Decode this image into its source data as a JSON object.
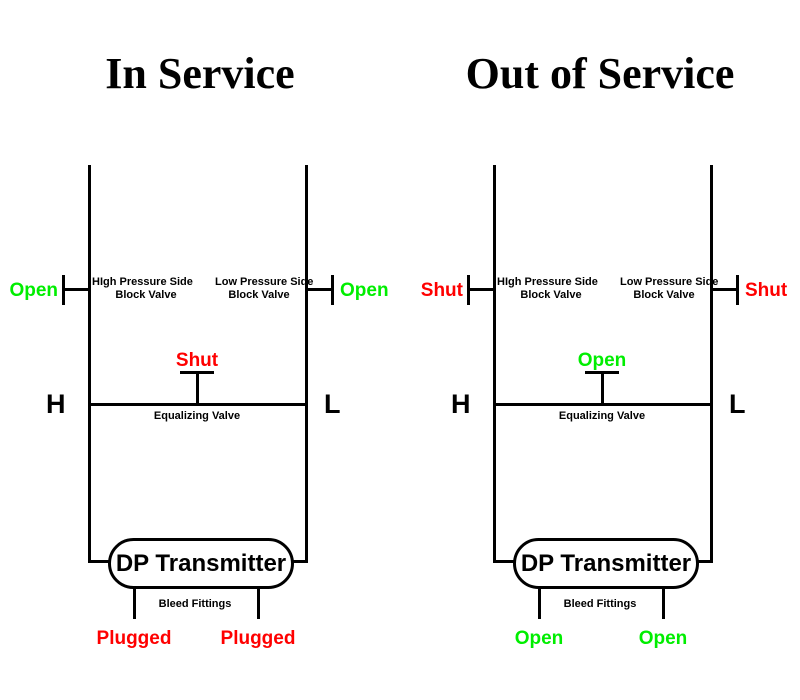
{
  "diagram": {
    "title_note": "Differential pressure transmitter three-valve manifold",
    "colors": {
      "open": "#00ee00",
      "shut": "#ff0000",
      "line": "#000000",
      "background": "#ffffff"
    },
    "panels": [
      {
        "id": "in-service",
        "title": "In Service",
        "ports": {
          "high": "H",
          "low": "L"
        },
        "high_block_valve": {
          "caption_line1": "HIgh Pressure Side",
          "caption_line2": "Block Valve",
          "status": "Open",
          "state": "open"
        },
        "low_block_valve": {
          "caption_line1": "Low Pressure Side",
          "caption_line2": "Block Valve",
          "status": "Open",
          "state": "open"
        },
        "equalizing_valve": {
          "caption": "Equalizing Valve",
          "status": "Shut",
          "state": "shut"
        },
        "transmitter": {
          "label": "DP Transmitter"
        },
        "bleed_fittings": {
          "caption": "Bleed Fittings",
          "left_status": "Plugged",
          "left_state": "shut",
          "right_status": "Plugged",
          "right_state": "shut"
        }
      },
      {
        "id": "out-of-service",
        "title": "Out of Service",
        "ports": {
          "high": "H",
          "low": "L"
        },
        "high_block_valve": {
          "caption_line1": "HIgh Pressure Side",
          "caption_line2": "Block Valve",
          "status": "Shut",
          "state": "shut"
        },
        "low_block_valve": {
          "caption_line1": "Low Pressure Side",
          "caption_line2": "Block Valve",
          "status": "Shut",
          "state": "shut"
        },
        "equalizing_valve": {
          "caption": "Equalizing Valve",
          "status": "Open",
          "state": "open"
        },
        "transmitter": {
          "label": "DP Transmitter"
        },
        "bleed_fittings": {
          "caption": "Bleed Fittings",
          "left_status": "Open",
          "left_state": "open",
          "right_status": "Open",
          "right_state": "open"
        }
      }
    ]
  }
}
